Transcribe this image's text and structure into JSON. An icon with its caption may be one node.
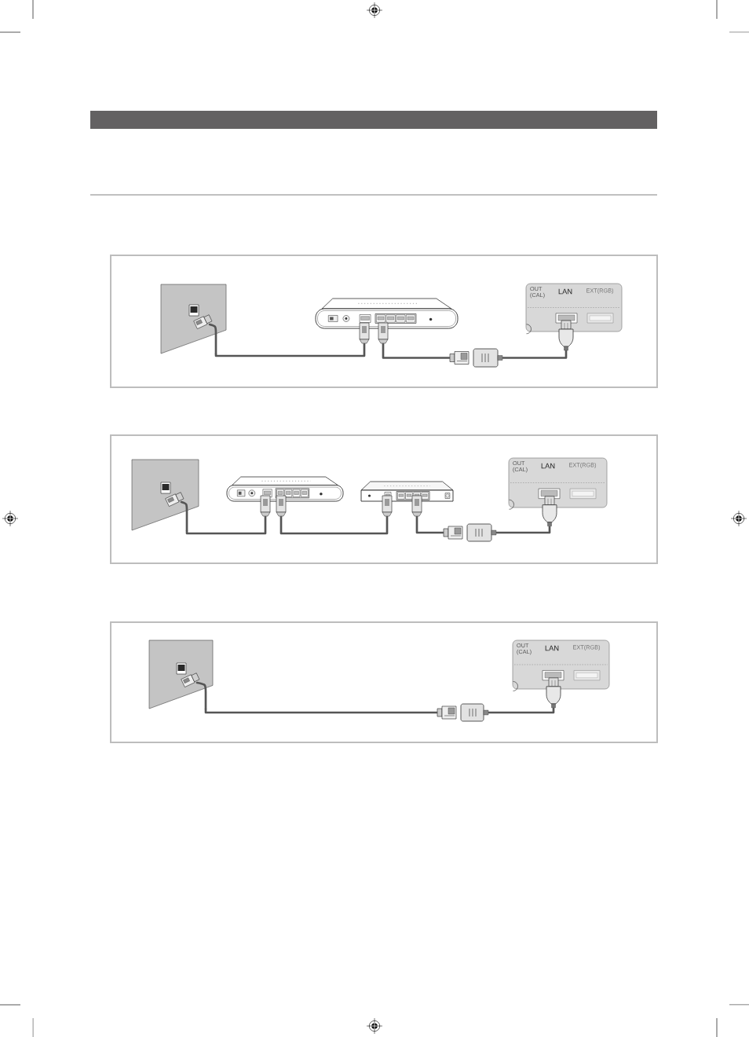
{
  "diagram": {
    "nodes": [
      {
        "text": [],
        "shape": "box"
      },
      {
        "text": [],
        "shape": "picture",
        "in": 0
      },
      {
        "text": [],
        "shape": "picture",
        "in": 0
      },
      {
        "text": [],
        "shape": "picture",
        "in": 0
      },
      {
        "text": [
          "OUT (CAL)",
          "LAN",
          "EXT(RGB)"
        ],
        "in": 0
      },
      {
        "text": [],
        "shape": "box"
      },
      {
        "text": [],
        "shape": "picture",
        "in": 5
      },
      {
        "text": [],
        "shape": "picture",
        "in": 5
      },
      {
        "text": [],
        "shape": "picture",
        "in": 5
      },
      {
        "text": [],
        "shape": "picture",
        "in": 5
      },
      {
        "text": [
          "OUT (CAL)",
          "LAN",
          "EXT(RGB)"
        ],
        "in": 5
      },
      {
        "text": [],
        "shape": "box"
      },
      {
        "text": [],
        "shape": "picture",
        "in": 11
      },
      {
        "text": [],
        "shape": "picture",
        "in": 11
      },
      {
        "text": [
          "OUT (CAL)",
          "LAN",
          "EXT(RGB)"
        ],
        "in": 11
      }
    ],
    "edges": [
      {
        "from": 1,
        "to": 2,
        "arrow": "none"
      },
      {
        "from": 2,
        "to": 3,
        "arrow": "none"
      },
      {
        "from": 3,
        "to": 4,
        "arrow": "none"
      },
      {
        "from": 6,
        "to": 7,
        "arrow": "none"
      },
      {
        "from": 7,
        "to": 8,
        "arrow": "none"
      },
      {
        "from": 8,
        "to": 9,
        "arrow": "none"
      },
      {
        "from": 9,
        "to": 10,
        "arrow": "none"
      },
      {
        "from": 12,
        "to": 13,
        "arrow": "none"
      },
      {
        "from": 13,
        "to": 14,
        "arrow": "none"
      }
    ]
  }
}
